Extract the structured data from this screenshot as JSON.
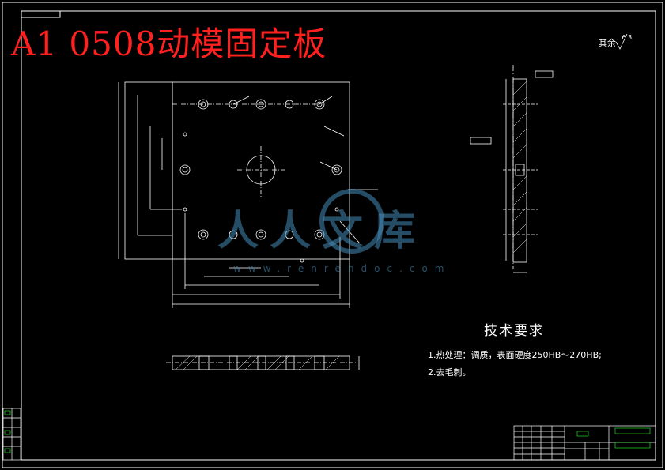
{
  "drawing": {
    "title": "A1  0508动模固定板",
    "roughness_label": "其余",
    "roughness_value": "6.3"
  },
  "technical_requirements": {
    "heading": "技术要求",
    "items": [
      "1.热处理：调质，表面硬度250HB～270HB;",
      "2.去毛刺。"
    ]
  },
  "watermark": {
    "text": "人人文库",
    "url": "www.renrendoc.com"
  },
  "colors": {
    "background": "#000000",
    "lines": "#ffffff",
    "title": "#ff2020",
    "title_block": "#20e020",
    "watermark": "#468cb9"
  }
}
